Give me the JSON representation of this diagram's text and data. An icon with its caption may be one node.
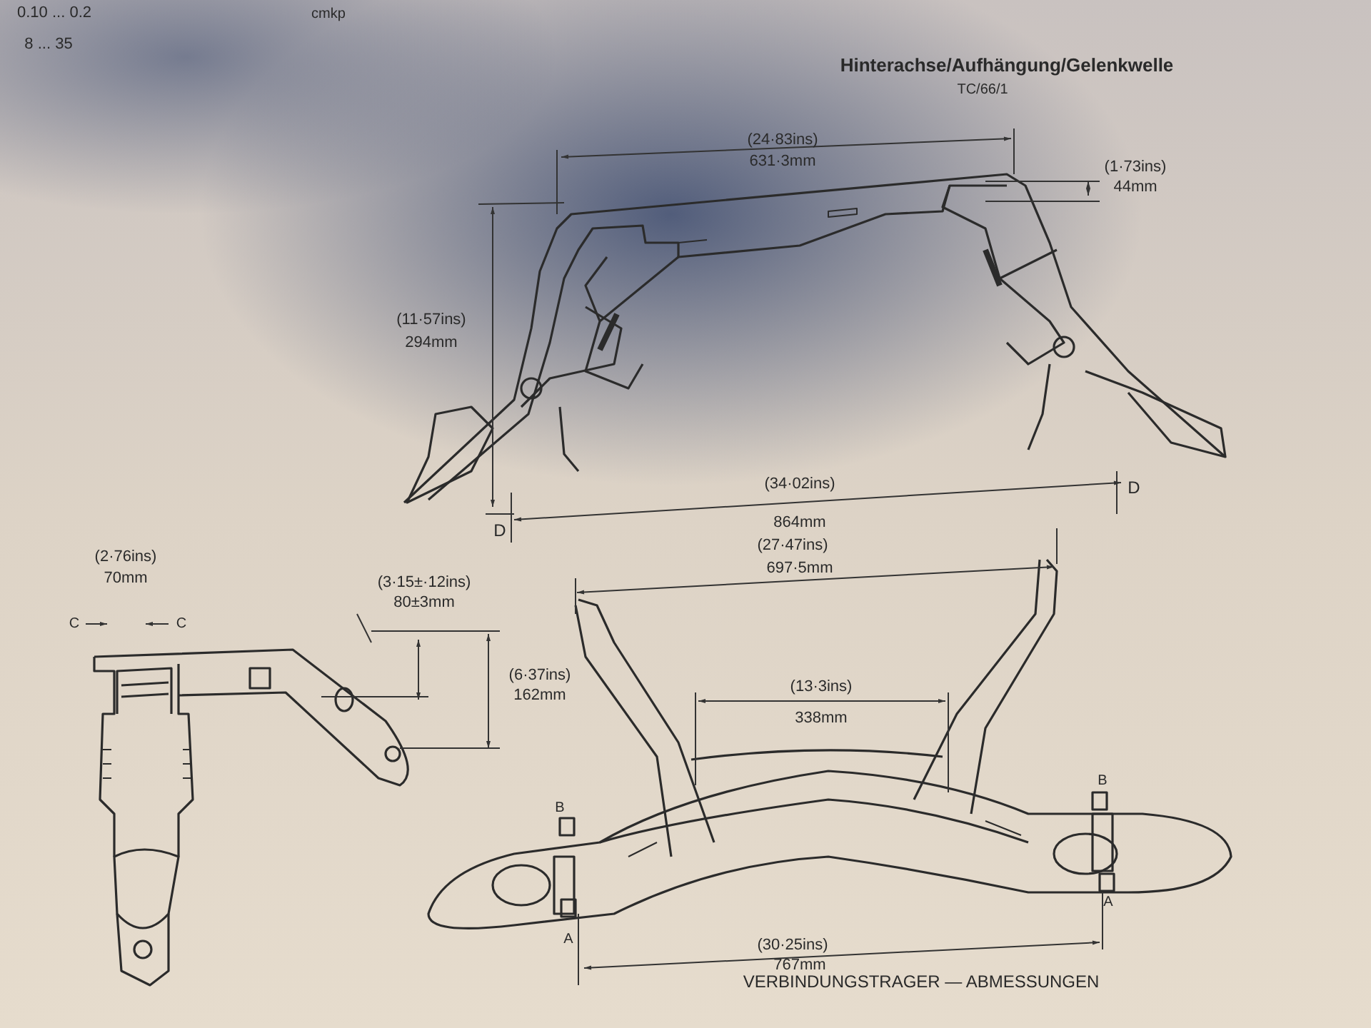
{
  "diagram": {
    "title": "VERBINDUNGSTRAGER — ABMESSUNGEN",
    "labels": [
      "0.10 ... 0.2",
      "cmkp",
      "8 ... 35",
      "Hinterachse/Aufhängung/Gelenkwelle",
      "TC/66/1",
      "(24·83ins)",
      "631·3mm",
      "(1·73ins)",
      "44mm",
      "(11·57ins)",
      "294mm",
      "D",
      "(34·02ins)",
      "864mm",
      "D",
      "(27·47ins)",
      "697·5mm",
      "(2·76ins)",
      "70mm",
      "(3·15±·12ins)",
      "80±3mm",
      "C",
      "C",
      "(6·37ins)",
      "162mm",
      "(13·3ins)",
      "338mm",
      "B",
      "B",
      "A",
      "A",
      "(30·25ins)",
      "767mm"
    ]
  }
}
